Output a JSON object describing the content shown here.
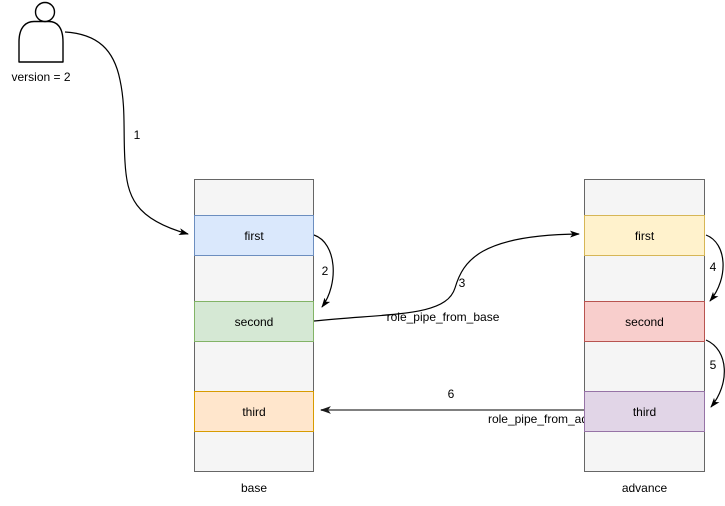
{
  "actor": {
    "label": "version = 2"
  },
  "tables": [
    {
      "caption": "base",
      "rows": [
        {
          "label": "",
          "fill": "#f5f5f5",
          "border": "#666666"
        },
        {
          "label": "first",
          "fill": "#dae8fc",
          "border": "#6c8ebf"
        },
        {
          "label": "",
          "fill": "#f5f5f5",
          "border": "#666666"
        },
        {
          "label": "second",
          "fill": "#d5e8d4",
          "border": "#82b366"
        },
        {
          "label": "",
          "fill": "#f5f5f5",
          "border": "#666666"
        },
        {
          "label": "third",
          "fill": "#ffe6cc",
          "border": "#d79b00"
        },
        {
          "label": "",
          "fill": "#f5f5f5",
          "border": "#666666"
        }
      ]
    },
    {
      "caption": "advance",
      "rows": [
        {
          "label": "",
          "fill": "#f5f5f5",
          "border": "#666666"
        },
        {
          "label": "first",
          "fill": "#fff2cc",
          "border": "#d6b656"
        },
        {
          "label": "",
          "fill": "#f5f5f5",
          "border": "#666666"
        },
        {
          "label": "second",
          "fill": "#f8cecc",
          "border": "#b85450"
        },
        {
          "label": "",
          "fill": "#f5f5f5",
          "border": "#666666"
        },
        {
          "label": "third",
          "fill": "#e1d5e7",
          "border": "#9673a6"
        },
        {
          "label": "",
          "fill": "#f5f5f5",
          "border": "#666666"
        }
      ]
    }
  ],
  "edges": [
    {
      "label": "1",
      "from": "actor",
      "to": "base.first",
      "color": "#000000"
    },
    {
      "label": "2",
      "from": "base.first",
      "to": "base.second",
      "color": "#000000"
    },
    {
      "label": "3",
      "text": "role_pipe_from_base",
      "from": "base.second",
      "to": "advance.first",
      "color": "#000000"
    },
    {
      "label": "4",
      "from": "advance.first",
      "to": "advance.second",
      "color": "#000000"
    },
    {
      "label": "5",
      "from": "advance.second",
      "to": "advance.third",
      "color": "#000000"
    },
    {
      "label": "6",
      "text": "role_pipe_from_advance",
      "from": "advance.third",
      "to": "base.third",
      "color": "#808080"
    }
  ]
}
